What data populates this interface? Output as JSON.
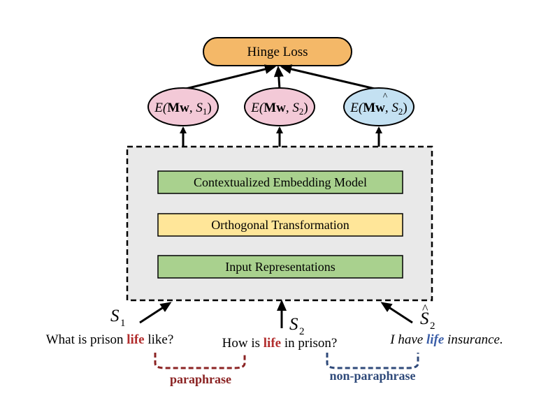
{
  "loss": {
    "label": "Hinge Loss",
    "color": "#f4b868"
  },
  "energies": [
    {
      "prefix": "E(",
      "mw": "Mw",
      "sep": ", ",
      "s": "S",
      "hat": "",
      "sub": "1",
      "close": ")",
      "color": "#f3c9d7"
    },
    {
      "prefix": "E(",
      "mw": "Mw",
      "sep": ", ",
      "s": "S",
      "hat": "",
      "sub": "2",
      "close": ")",
      "color": "#f3c9d7"
    },
    {
      "prefix": "E(",
      "mw": "Mw",
      "sep": ", ",
      "s": "S",
      "hat": "^",
      "sub": "2",
      "close": ")",
      "color": "#c4e1f2"
    }
  ],
  "model_box": {
    "color": "#e9e9e9"
  },
  "layers": [
    {
      "label": "Contextualized Embedding Model",
      "color": "#a9d18e"
    },
    {
      "label": "Orthogonal Transformation",
      "color": "#ffe699"
    },
    {
      "label": "Input Representations",
      "color": "#a9d18e"
    }
  ],
  "inputs": [
    {
      "symbol": "S",
      "sub": "1",
      "hat": ""
    },
    {
      "symbol": "S",
      "sub": "2",
      "hat": ""
    },
    {
      "symbol": "S",
      "sub": "2",
      "hat": "^"
    }
  ],
  "sentences": [
    {
      "before": "What is prison ",
      "word": "life",
      "after": " like?",
      "word_color": "#b22e2e",
      "italic": false
    },
    {
      "before": "How is ",
      "word": "life",
      "after": " in prison?",
      "word_color": "#b22e2e",
      "italic": false
    },
    {
      "before": "I have ",
      "word": "life",
      "after": " insurance.",
      "word_color": "#3b5ea8",
      "italic": true
    }
  ],
  "relations": [
    {
      "label": "paraphrase",
      "color": "#8b2323"
    },
    {
      "label": "non-paraphrase",
      "color": "#2f4a7a"
    }
  ]
}
